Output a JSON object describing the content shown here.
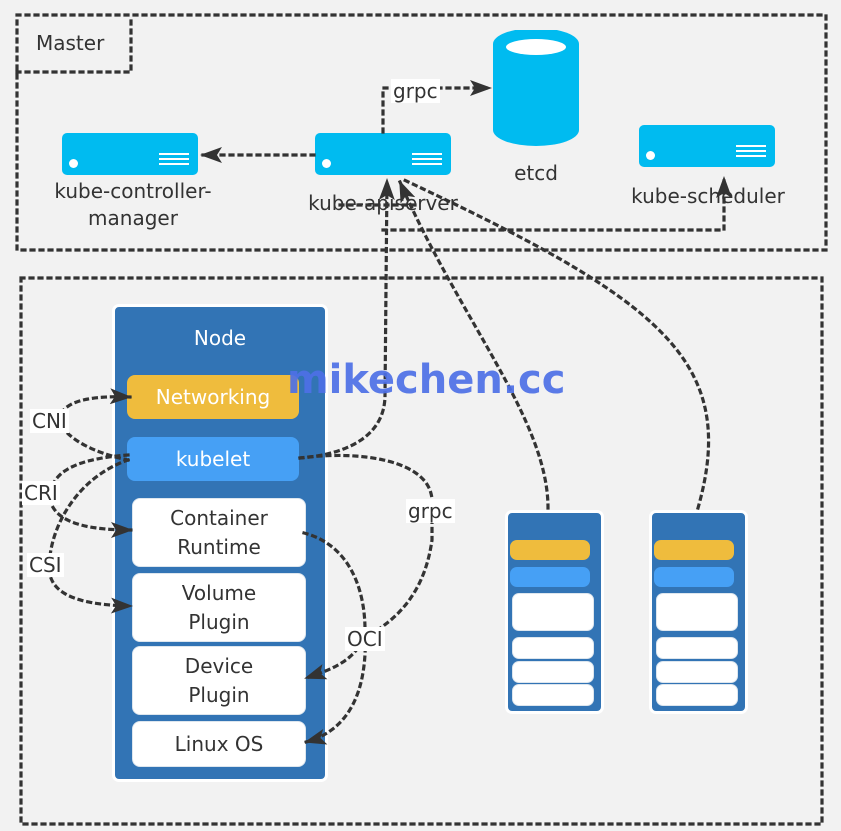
{
  "master": {
    "label": "Master",
    "components": {
      "controller_manager": "kube-controller-\nmanager",
      "apiserver": "kube-apiserver",
      "etcd": "etcd",
      "scheduler": "kube-scheduler"
    },
    "grpc_label": "grpc"
  },
  "node": {
    "title": "Node",
    "components": {
      "networking": "Networking",
      "kubelet": "kubelet",
      "container_runtime": "Container\nRuntime",
      "volume_plugin": "Volume\nPlugin",
      "device_plugin": "Device\nPlugin",
      "linux_os": "Linux OS"
    },
    "interfaces": {
      "cni": "CNI",
      "cri": "CRI",
      "csi": "CSI",
      "oci": "OCI",
      "grpc": "grpc"
    }
  },
  "watermark": "mikechen.cc",
  "colors": {
    "server": "#00bbf0",
    "node_bg": "#3274b5",
    "networking": "#efbc3d",
    "kubelet": "#46a0f5",
    "line": "#333333",
    "watermark": "#4d70e6"
  }
}
